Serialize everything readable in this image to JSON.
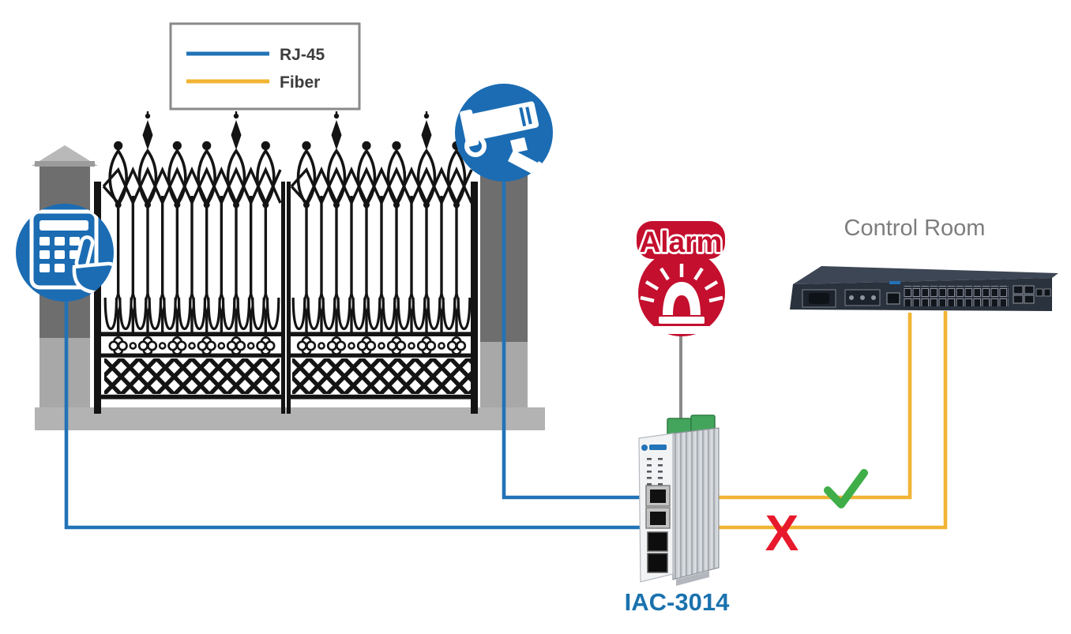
{
  "legend": {
    "text_color": "#3c3c3c",
    "items": [
      {
        "label": "RJ-45",
        "color": "#2273b8"
      },
      {
        "label": "Fiber",
        "color": "#f1b434"
      }
    ]
  },
  "icons": {
    "keypad": "keypad-icon",
    "camera": "cctv-camera-icon",
    "alarm": "alarm-siren-icon"
  },
  "colors": {
    "icon_blue": "#1b6cb3",
    "pole_gray": "#8a8a8a"
  },
  "nodes": {
    "alarm": {
      "label": "Alarm",
      "color": "#c40f2e"
    },
    "control_room": {
      "label": "Control Room",
      "text_color": "#7d7d7d"
    },
    "iac_switch": {
      "label": "IAC-3014",
      "label_color": "#1a72ae"
    }
  },
  "marks": {
    "check": {
      "color": "#3fae49"
    },
    "cross": {
      "glyph": "X",
      "color": "#e8192c"
    }
  }
}
